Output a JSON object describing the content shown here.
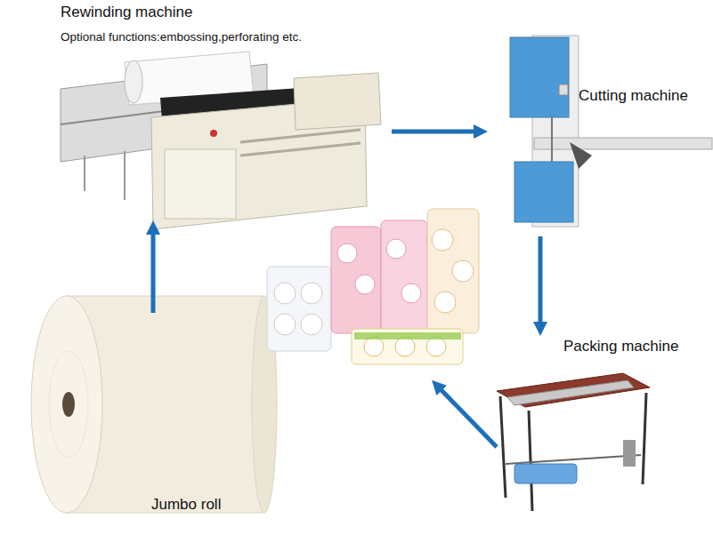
{
  "diagram": {
    "nodes": [
      {
        "text": [
          "Rewinding machine",
          "Optional functions:embossing,perforating etc."
        ]
      },
      {
        "text": [
          "Cutting machine"
        ]
      },
      {
        "text": [
          "Packing machine"
        ]
      },
      {
        "text": [
          "Jumbo roll"
        ]
      }
    ],
    "edges": [
      {
        "from": 3,
        "to": 0,
        "arrow": "to"
      },
      {
        "from": 0,
        "to": 1,
        "arrow": "to"
      },
      {
        "from": 1,
        "to": 2,
        "arrow": "to"
      }
    ]
  }
}
